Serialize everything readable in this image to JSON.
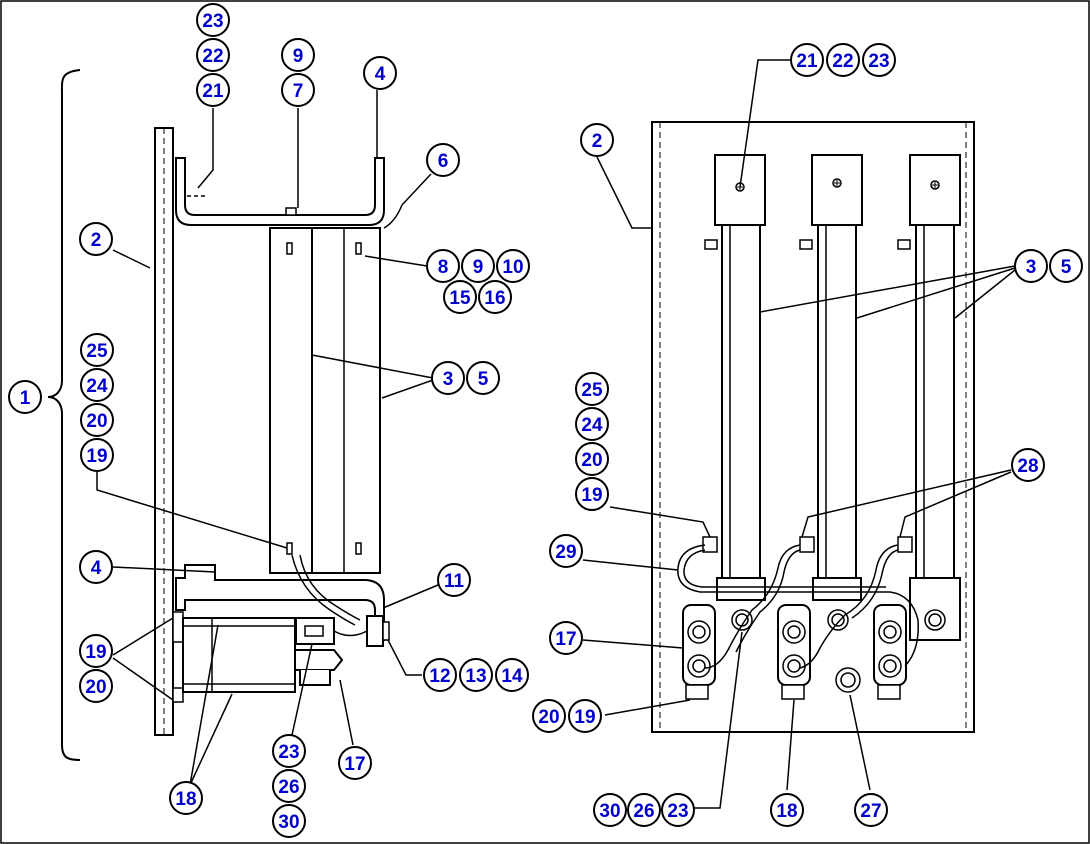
{
  "title": "Parts diagram - side and front views",
  "colors": {
    "callout_text": "#0000cc",
    "line": "#000000",
    "fill": "#ffffff"
  },
  "left_view": {
    "assembly": "1",
    "callouts": {
      "c23a": "23",
      "c22a": "22",
      "c21a": "21",
      "c9a": "9",
      "c7": "7",
      "c4a": "4",
      "c6": "6",
      "c2a": "2",
      "c8": "8",
      "c9b": "9",
      "c10": "10",
      "c15": "15",
      "c16": "16",
      "c3a": "3",
      "c5a": "5",
      "c25a": "25",
      "c24a": "24",
      "c20a": "20",
      "c19a": "19",
      "c4b": "4",
      "c11": "11",
      "c19b": "19",
      "c20b": "20",
      "c12": "12",
      "c13": "13",
      "c14": "14",
      "c23b": "23",
      "c26a": "26",
      "c30a": "30",
      "c17a": "17",
      "c18a": "18"
    }
  },
  "right_view": {
    "callouts": {
      "c21b": "21",
      "c22b": "22",
      "c23c": "23",
      "c2b": "2",
      "c3b": "3",
      "c5b": "5",
      "c25b": "25",
      "c24b": "24",
      "c20c": "20",
      "c19c": "19",
      "c28": "28",
      "c29": "29",
      "c17b": "17",
      "c20d": "20",
      "c19d": "19",
      "c30b": "30",
      "c26b": "26",
      "c23d": "23",
      "c18b": "18",
      "c27": "27"
    }
  }
}
